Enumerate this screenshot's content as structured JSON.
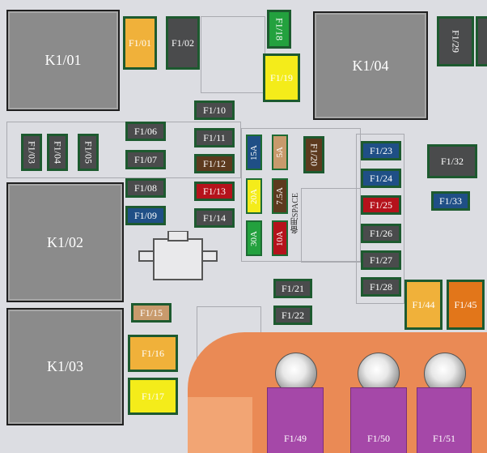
{
  "relays": {
    "k1_01": "K1/01",
    "k1_02": "K1/02",
    "k1_03": "K1/03",
    "k1_04": "K1/04"
  },
  "fuses": {
    "f1_01": "F1/01",
    "f1_02": "F1/02",
    "f1_03": "F1/03",
    "f1_04": "F1/04",
    "f1_05": "F1/05",
    "f1_06": "F1/06",
    "f1_07": "F1/07",
    "f1_08": "F1/08",
    "f1_09": "F1/09",
    "f1_10": "F1/10",
    "f1_11": "F1/11",
    "f1_12": "F1/12",
    "f1_13": "F1/13",
    "f1_14": "F1/14",
    "f1_15": "F1/15",
    "f1_16": "F1/16",
    "f1_17": "F1/17",
    "f1_18": "F1/18",
    "f1_19": "F1/19",
    "f1_20": "F1/20",
    "f1_21": "F1/21",
    "f1_22": "F1/22",
    "f1_23": "F1/23",
    "f1_24": "F1/24",
    "f1_25": "F1/25",
    "f1_26": "F1/26",
    "f1_27": "F1/27",
    "f1_28": "F1/28",
    "f1_29": "F1/29",
    "f1_32": "F1/32",
    "f1_33": "F1/33",
    "f1_44": "F1/44",
    "f1_45": "F1/45",
    "f1_49": "F1/49",
    "f1_50": "F1/50",
    "f1_51": "F1/51"
  },
  "spare_fuses": {
    "a15": "15A",
    "a5": "5A",
    "a20": "20A",
    "a7_5": "7.5A",
    "a30": "30A",
    "a10": "10A"
  },
  "spare_label": "备用SPACE",
  "colors": {
    "relay": "#8b8b8b",
    "dark": "#4a4b4c",
    "navy": "#1f4f86",
    "red": "#b5121b",
    "orange": "#f0b13a",
    "yellow": "#f4ec1a",
    "tan": "#c89a6c",
    "brown": "#5d3a1e",
    "busbar": "#ea8a55",
    "terminal": "#a548a8",
    "border": "#1d5a2f"
  }
}
